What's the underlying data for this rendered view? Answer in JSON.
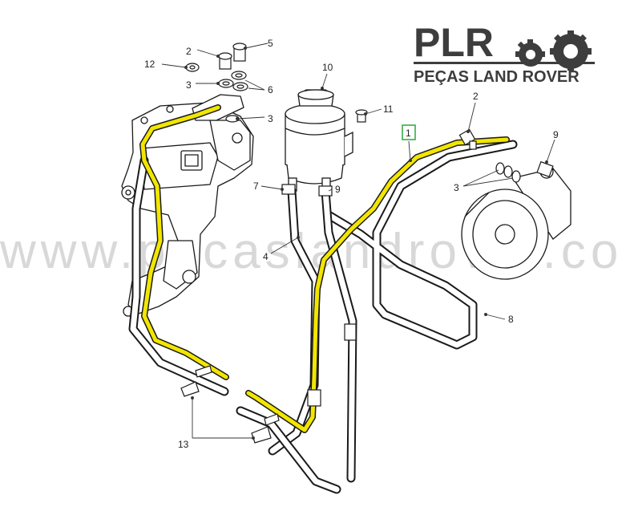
{
  "logo": {
    "brand": "PLR",
    "tagline": "PEÇAS LAND ROVER"
  },
  "watermark": "www.pecaslandrover.co",
  "colors": {
    "highlight": "#f2e600",
    "line": "#1a1a1a",
    "callout_box": "#2aa838"
  },
  "callouts": {
    "c1": "1",
    "c2a": "2",
    "c2b": "2",
    "c3a": "3",
    "c3b": "3",
    "c3c": "3",
    "c4": "4",
    "c5": "5",
    "c6": "6",
    "c7": "7",
    "c8": "8",
    "c9a": "9",
    "c9b": "9",
    "c10": "10",
    "c11": "11",
    "c12": "12",
    "c13": "13"
  }
}
